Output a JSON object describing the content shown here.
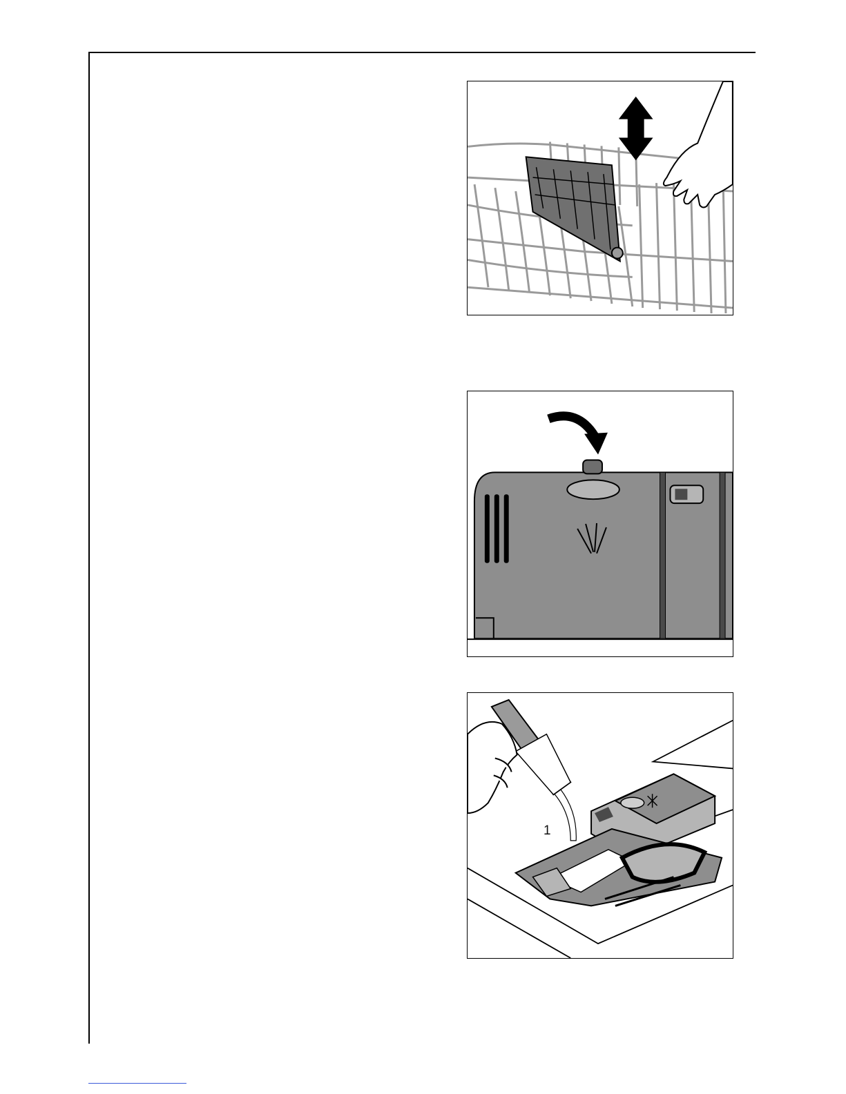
{
  "figures": [
    {
      "name": "basket-height-adjust",
      "arrow": "double-vertical-arrow-icon"
    },
    {
      "name": "dispenser-lid-closing",
      "arrow": "curved-arrow-icon"
    },
    {
      "name": "filling-salt-dispenser",
      "callout": "1"
    }
  ],
  "colors": {
    "line": "#000000",
    "rack": "#9a9a9a",
    "panel": "#8e8e8e",
    "panel_light": "#b5b5b5",
    "footer_link": "#3a5bd9"
  }
}
